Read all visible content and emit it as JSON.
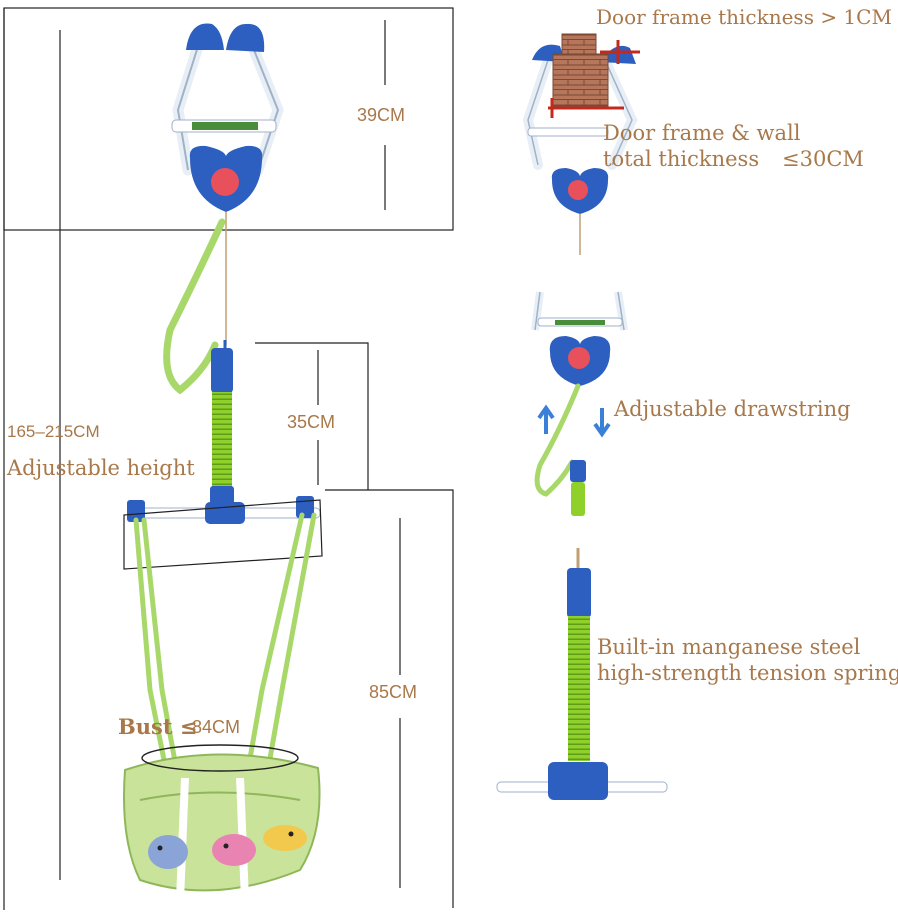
{
  "colors": {
    "label_text": "#a8784a",
    "frame_blue": "#2d5fc0",
    "spring_green": "#8fd12a",
    "strap_green": "#a9d86a",
    "button_red": "#e8505b",
    "brick": "#b5765c",
    "accent_red": "#c4291e",
    "arrow_blue": "#3a7fd8",
    "outline": "#222222"
  },
  "labels": {
    "door_frame_thickness": "Door frame thickness > 1CM",
    "door_frame_wall_line1": "Door frame & wall",
    "door_frame_wall_line2": "total thickness",
    "door_frame_wall_value": "≤30CM",
    "dim_39": "39CM",
    "dim_35": "35CM",
    "dim_85": "85CM",
    "height_range": "165–215CM",
    "adjustable_height": "Adjustable height",
    "adjustable_drawstring": "Adjustable drawstring",
    "spring_line1": "Built-in manganese steel",
    "spring_line2": "high-strength tension spring",
    "bust_prefix": "Bust ≤",
    "bust_value": "84CM"
  }
}
